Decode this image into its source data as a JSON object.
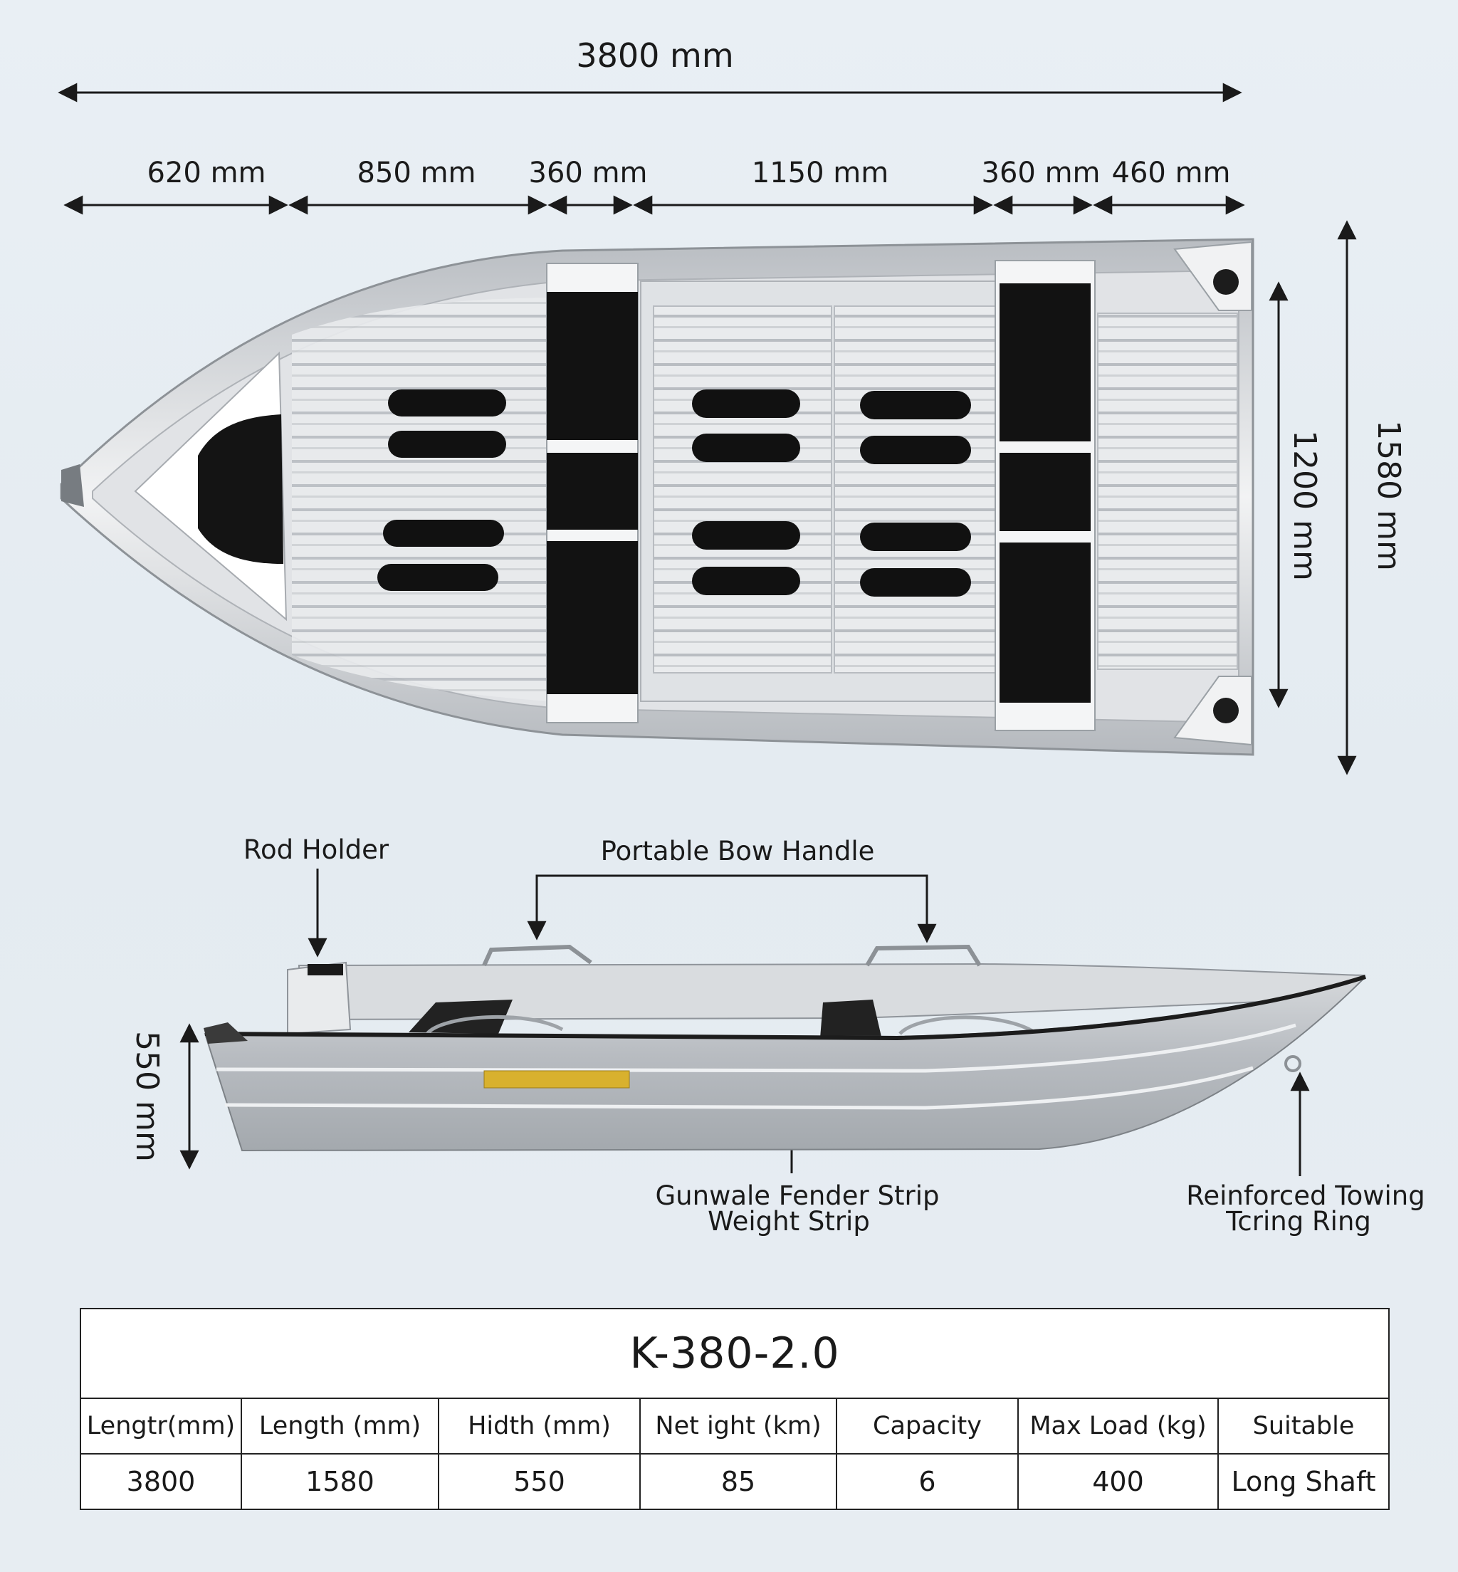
{
  "top_view": {
    "overall_length": "3800 mm",
    "segments": [
      "620 mm",
      "850 mm",
      "360 mm",
      "1150 mm",
      "360 mm",
      "460 mm"
    ],
    "inner_width": "1200 mm",
    "overall_width": "1580 mm"
  },
  "side_view": {
    "height": "550 mm",
    "callouts": {
      "rod_holder": "Rod Holder",
      "bow_handle": "Portable Bow Handle",
      "fender_line1": "Gunwale Fender Strip",
      "fender_line2": "Weight Strip",
      "towing_line1": "Reinforced Towing",
      "towing_line2": "Tcring Ring"
    }
  },
  "spec_table": {
    "model": "K-380-2.0",
    "headers": [
      "Lengtr(mm)",
      "Length (mm)",
      "Hidth (mm)",
      "Net ight (km)",
      "Capacity",
      "Max Load (kg)",
      "Suitable"
    ],
    "values": [
      "3800",
      "1580",
      "550",
      "85",
      "6",
      "400",
      "Long Shaft"
    ]
  },
  "colors": {
    "background": "#e6ecf1",
    "hull_aluminum": "#c9ccd0",
    "seat_pad": "#121212",
    "line": "#1a1a1a"
  }
}
